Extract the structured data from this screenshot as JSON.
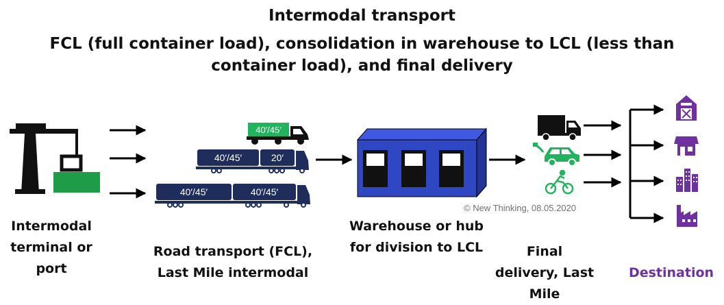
{
  "title": "Intermodal transport",
  "subtitle": "FCL (full container load), consolidation in warehouse to LCL (less than container load), and final delivery",
  "stages": {
    "terminal": "Intermodal terminal or port",
    "road": "Road transport (FCL), Last Mile intermodal",
    "warehouse": "Warehouse or hub for division to LCL",
    "final": "Final delivery, Last Mile",
    "destination": "Destination"
  },
  "containers": {
    "small_truck": "40′/45′",
    "medium_a": "40′/45′",
    "medium_b": "20′",
    "large_a": "40′/45′",
    "large_b": "40′/45′"
  },
  "copyright": "© New Thinking, 08.05.2020",
  "icons": {
    "terminal": "gantry-crane-icon",
    "warehouse": "warehouse-icon",
    "final_delivery": [
      "delivery-truck-icon",
      "electric-car-icon",
      "bicycle-icon"
    ],
    "destinations": [
      "barn-icon",
      "store-icon",
      "city-buildings-icon",
      "factory-icon"
    ]
  },
  "colors": {
    "navy": "#1f2d5c",
    "green": "#22b35e",
    "crane_green": "#1f9c47",
    "warehouse_blue": "#3047c4",
    "destination_purple": "#7030a0",
    "text": "#111111"
  }
}
